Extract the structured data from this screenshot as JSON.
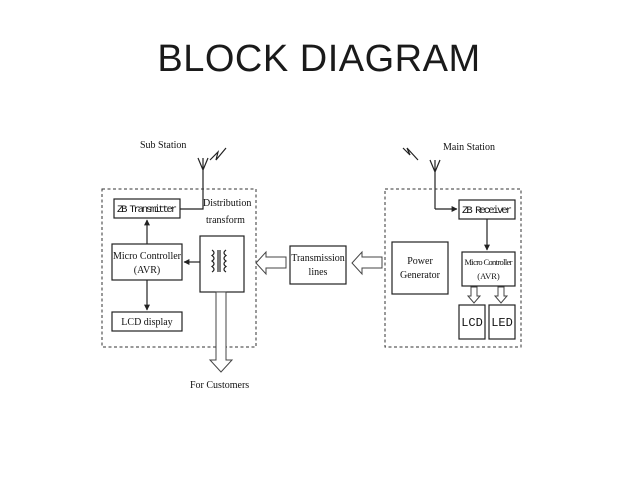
{
  "title": "BLOCK DIAGRAM",
  "sub_station": {
    "label": "Sub Station",
    "zb_transmitter": "ZB Transmitter",
    "distribution_line1": "Distribution",
    "distribution_line2": "transform",
    "micro_controller_line1": "Micro Controller",
    "micro_controller_line2": "(AVR)",
    "lcd_display": "LCD display",
    "for_customers": "For Customers"
  },
  "transmission": {
    "line1": "Transmission",
    "line2": "lines"
  },
  "main_station": {
    "label": "Main Station",
    "zb_receiver": "ZB Receiver",
    "power_generator_line1": "Power",
    "power_generator_line2": "Generator",
    "micro_controller_line1": "Micro Controller",
    "micro_controller_line2": "(AVR)",
    "lcd": "LCD",
    "led": "LED"
  }
}
